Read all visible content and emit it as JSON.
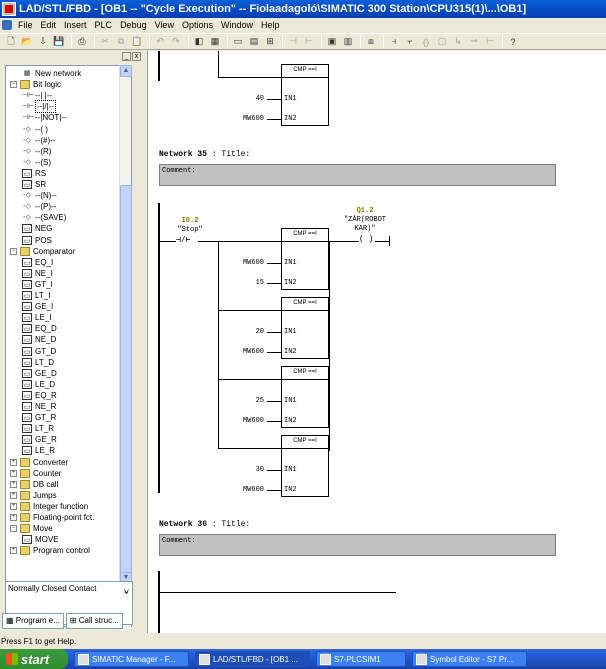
{
  "window": {
    "title": "LAD/STL/FBD  - [OB1 -- \"Cycle Execution\" -- Fiolaadagoló\\SIMATIC 300 Station\\CPU315(1)\\...\\OB1]"
  },
  "menu": [
    "File",
    "Edit",
    "Insert",
    "PLC",
    "Debug",
    "View",
    "Options",
    "Window",
    "Help"
  ],
  "toolbar": {
    "icons": [
      "new-icon",
      "open-icon",
      "download-icon",
      "save-icon",
      "print-icon",
      "cut-icon",
      "copy-icon",
      "paste-icon",
      "undo-icon",
      "redo-icon",
      "monitor-icon",
      "online-icon",
      "overview-icon",
      "program-elements-icon",
      "network-icon",
      "contact-no-icon",
      "contact-nc-icon",
      "coil-icon",
      "box-icon",
      "branch-open-icon",
      "branch-close-icon",
      "help-icon"
    ]
  },
  "tree": {
    "items": [
      {
        "label": "New network",
        "icon": "network-icon",
        "level": 1
      },
      {
        "label": "Bit logic",
        "icon": "folder-icon",
        "level": 0,
        "expanded": true
      },
      {
        "label": "--| |--",
        "icon": "contact-icon",
        "level": 1
      },
      {
        "label": "--|/|--",
        "icon": "contact-icon",
        "level": 1,
        "selected": true
      },
      {
        "label": "--|NOT|--",
        "icon": "contact-icon",
        "level": 1
      },
      {
        "label": "--( )",
        "icon": "coil-icon",
        "level": 1
      },
      {
        "label": "--(#)--",
        "icon": "coil-icon",
        "level": 1
      },
      {
        "label": "--(R)",
        "icon": "coil-icon",
        "level": 1
      },
      {
        "label": "--(S)",
        "icon": "coil-icon",
        "level": 1
      },
      {
        "label": "RS",
        "icon": "box-icon",
        "level": 1
      },
      {
        "label": "SR",
        "icon": "box-icon",
        "level": 1
      },
      {
        "label": "--(N)--",
        "icon": "coil-icon",
        "level": 1
      },
      {
        "label": "--(P)--",
        "icon": "coil-icon",
        "level": 1
      },
      {
        "label": "--(SAVE)",
        "icon": "coil-icon",
        "level": 1
      },
      {
        "label": "NEG",
        "icon": "box-icon",
        "level": 1
      },
      {
        "label": "POS",
        "icon": "box-icon",
        "level": 1
      },
      {
        "label": "Comparator",
        "icon": "folder-icon",
        "level": 0,
        "expanded": true
      },
      {
        "label": "EQ_I",
        "icon": "box-icon",
        "level": 1
      },
      {
        "label": "NE_I",
        "icon": "box-icon",
        "level": 1
      },
      {
        "label": "GT_I",
        "icon": "box-icon",
        "level": 1
      },
      {
        "label": "LT_I",
        "icon": "box-icon",
        "level": 1
      },
      {
        "label": "GE_I",
        "icon": "box-icon",
        "level": 1
      },
      {
        "label": "LE_I",
        "icon": "box-icon",
        "level": 1
      },
      {
        "label": "EQ_D",
        "icon": "box-icon",
        "level": 1
      },
      {
        "label": "NE_D",
        "icon": "box-icon",
        "level": 1
      },
      {
        "label": "GT_D",
        "icon": "box-icon",
        "level": 1
      },
      {
        "label": "LT_D",
        "icon": "box-icon",
        "level": 1
      },
      {
        "label": "GE_D",
        "icon": "box-icon",
        "level": 1
      },
      {
        "label": "LE_D",
        "icon": "box-icon",
        "level": 1
      },
      {
        "label": "EQ_R",
        "icon": "box-icon",
        "level": 1
      },
      {
        "label": "NE_R",
        "icon": "box-icon",
        "level": 1
      },
      {
        "label": "GT_R",
        "icon": "box-icon",
        "level": 1
      },
      {
        "label": "LT_R",
        "icon": "box-icon",
        "level": 1
      },
      {
        "label": "GE_R",
        "icon": "box-icon",
        "level": 1
      },
      {
        "label": "LE_R",
        "icon": "box-icon",
        "level": 1
      },
      {
        "label": "Converter",
        "icon": "folder-icon",
        "level": 0,
        "expanded": false
      },
      {
        "label": "Counter",
        "icon": "folder-icon",
        "level": 0,
        "expanded": false
      },
      {
        "label": "DB call",
        "icon": "folder-icon",
        "level": 0,
        "expanded": false
      },
      {
        "label": "Jumps",
        "icon": "folder-icon",
        "level": 0,
        "expanded": false
      },
      {
        "label": "Integer function",
        "icon": "folder-icon",
        "level": 0,
        "expanded": false
      },
      {
        "label": "Floating-point fct.",
        "icon": "folder-icon",
        "level": 0,
        "expanded": false
      },
      {
        "label": "Move",
        "icon": "folder-icon",
        "level": 0,
        "expanded": true
      },
      {
        "label": "MOVE",
        "icon": "box-icon",
        "level": 1
      },
      {
        "label": "Program control",
        "icon": "folder-icon",
        "level": 0,
        "expanded": false
      }
    ],
    "description": "Normally Closed Contact",
    "tabs": [
      "Program e...",
      "Call struc..."
    ]
  },
  "editor": {
    "top_block": {
      "title": "CMP ==I",
      "in1": "40",
      "in2": "MW600"
    },
    "network35": {
      "number": "Network 35",
      "title": ": Title:",
      "comment": "Comment:",
      "contact": {
        "address": "I0.2",
        "symbol": "\"Stop\""
      },
      "coil": {
        "address": "Q1.2",
        "symbol_line1": "\"ZÁR(ROBOT",
        "symbol_line2": "KAR)\""
      },
      "blocks": [
        {
          "title": "CMP ==I",
          "in1": "MW600",
          "in2": "15"
        },
        {
          "title": "CMP ==I",
          "in1": "20",
          "in2": "MW600"
        },
        {
          "title": "CMP ==I",
          "in1": "25",
          "in2": "MW600"
        },
        {
          "title": "CMP ==I",
          "in1": "30",
          "in2": "MW600"
        }
      ],
      "pin_in1": "IN1",
      "pin_in2": "IN2"
    },
    "network36": {
      "number": "Network 36",
      "title": ": Title:",
      "comment": "Comment:"
    }
  },
  "statusbar": {
    "text": "Press F1 to get Help."
  },
  "taskbar": {
    "start": "start",
    "tasks": [
      {
        "label": "SIMATIC Manager - F...",
        "active": false
      },
      {
        "label": "LAD/STL/FBD - [OB1 ...",
        "active": true
      },
      {
        "label": "S7-PLCSIM1",
        "active": false
      },
      {
        "label": "Symbol Editor - S7 Pr...",
        "active": false
      }
    ]
  },
  "colors": {
    "address": "#808000",
    "comment_bg": "#c0c0c0",
    "title_bar": "#0a5fd8",
    "taskbar": "#245edb",
    "start": "#3c9a3c"
  }
}
